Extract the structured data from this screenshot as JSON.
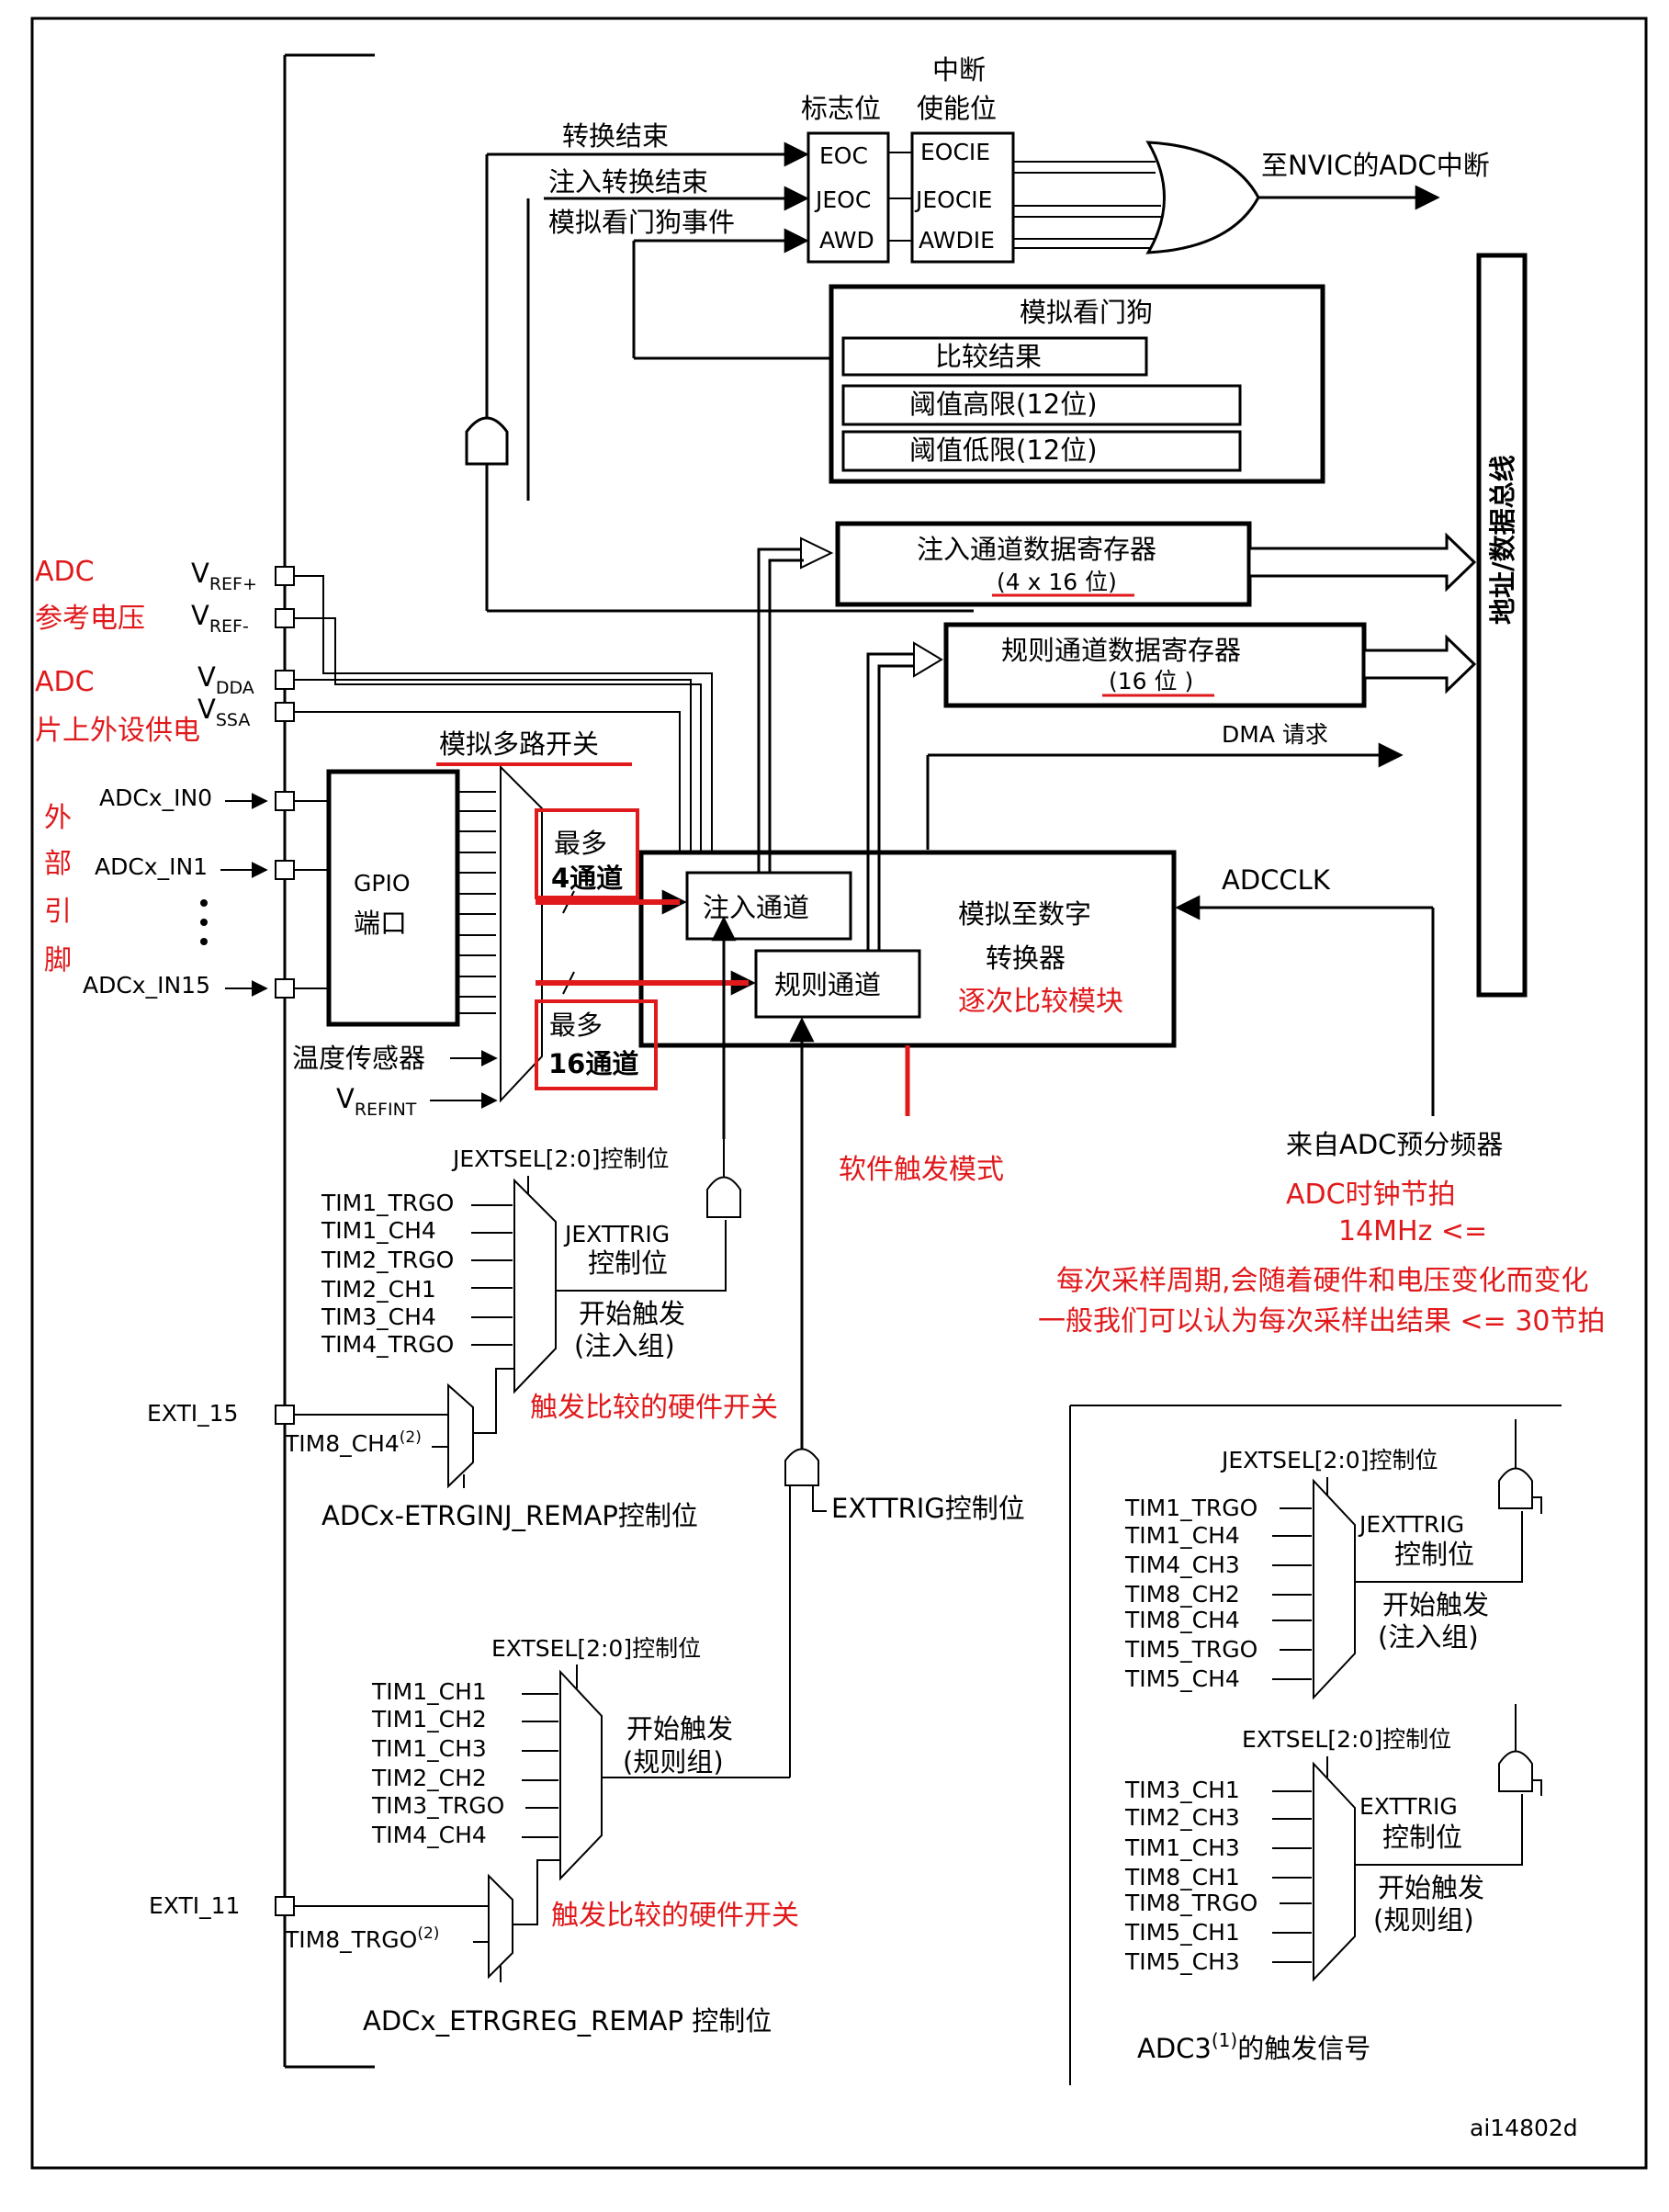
{
  "flags": {
    "flag_header": "标志位",
    "enable_header_1": "中断",
    "enable_header_2": "使能位",
    "eoc": "EOC",
    "jeoc": "JEOC",
    "awd": "AWD",
    "eocie": "EOCIE",
    "jeocie": "JEOCIE",
    "awdie": "AWDIE"
  },
  "signals": {
    "conv_end": "转换结束",
    "inj_conv_end": "注入转换结束",
    "awd_event": "模拟看门狗事件",
    "nvic": "至NVIC的ADC中断",
    "dma_req": "DMA 请求",
    "adcclk": "ADCCLK",
    "prescaler": "来自ADC预分频器"
  },
  "watchdog": {
    "title": "模拟看门狗",
    "compare": "比较结果",
    "high": "阈值高限(12位)",
    "low": "阈值低限(12位)"
  },
  "registers": {
    "injected_title": "注入通道数据寄存器",
    "injected_size": "(4 x 16 位)",
    "regular_title": "规则通道数据寄存器",
    "regular_size": "(16 位 )"
  },
  "bus": "地址/数据总线",
  "pins": {
    "vref_plus": "V",
    "vref_plus_sub": "REF+",
    "vref_minus": "V",
    "vref_minus_sub": "REF-",
    "vdda": "V",
    "vdda_sub": "DDA",
    "vssa": "V",
    "vssa_sub": "SSA",
    "in0": "ADCx_IN0",
    "in1": "ADCx_IN1",
    "in15": "ADCx_IN15",
    "temp": "温度传感器",
    "vrefint": "V",
    "vrefint_sub": "REFINT",
    "exti15": "EXTI_15",
    "exti11": "EXTI_11"
  },
  "gpio": {
    "line1": "GPIO",
    "line2": "端口"
  },
  "mux": {
    "label": "模拟多路开关"
  },
  "adc": {
    "injected_ch": "注入通道",
    "regular_ch": "规则通道",
    "title1": "模拟至数字",
    "title2": "转换器"
  },
  "injected_trigger": {
    "sel": "JEXTSEL[2:0]控制位",
    "sources": [
      "TIM1_TRGO",
      "TIM1_CH4",
      "TIM2_TRGO",
      "TIM2_CH1",
      "TIM3_CH4",
      "TIM4_TRGO"
    ],
    "trig1": "JEXTTRIG",
    "trig2": "控制位",
    "start1": "开始触发",
    "start2": "(注入组)",
    "tim8": "TIM8_CH4",
    "tim8_sup": "(2)",
    "remap": "ADCx-ETRGINJ_REMAP控制位"
  },
  "regular_trigger": {
    "exttrig": "EXTTRIG控制位",
    "sel": "EXTSEL[2:0]控制位",
    "sources": [
      "TIM1_CH1",
      "TIM1_CH2",
      "TIM1_CH3",
      "TIM2_CH2",
      "TIM3_TRGO",
      "TIM4_CH4"
    ],
    "start1": "开始触发",
    "start2": "(规则组)",
    "tim8": "TIM8_TRGO",
    "tim8_sup": "(2)",
    "remap": "ADCx_ETRGREG_REMAP 控制位"
  },
  "adc3": {
    "inj_sel": "JEXTSEL[2:0]控制位",
    "inj_sources": [
      "TIM1_TRGO",
      "TIM1_CH4",
      "TIM4_CH3",
      "TIM8_CH2",
      "TIM8_CH4",
      "TIM5_TRGO",
      "TIM5_CH4"
    ],
    "inj_trig1": "JEXTTRIG",
    "inj_trig2": "控制位",
    "inj_start1": "开始触发",
    "inj_start2": "(注入组)",
    "reg_sel": "EXTSEL[2:0]控制位",
    "reg_sources": [
      "TIM3_CH1",
      "TIM2_CH3",
      "TIM1_CH3",
      "TIM8_CH1",
      "TIM8_TRGO",
      "TIM5_CH1",
      "TIM5_CH3"
    ],
    "reg_trig1": "EXTTRIG",
    "reg_trig2": "控制位",
    "reg_start1": "开始触发",
    "reg_start2": "(规则组)",
    "caption": "ADC3",
    "caption_sup": "(1)",
    "caption_tail": "的触发信号"
  },
  "figure_id": "ai14802d",
  "annotations": {
    "adc_ref_1": "ADC",
    "adc_ref_2": "参考电压",
    "adc_supply_1": "ADC",
    "adc_supply_2": "片上外设供电",
    "ext_pins": [
      "外",
      "部",
      "引",
      "脚"
    ],
    "max4_1": "最多",
    "max4_2": "4通道",
    "max16_1": "最多",
    "max16_2": "16通道",
    "sar": "逐次比较模块",
    "sw_trigger": "软件触发模式",
    "hw_switch_inj": "触发比较的硬件开关",
    "hw_switch_reg": "触发比较的硬件开关",
    "clk_1": "ADC时钟节拍",
    "clk_2": "14MHz <=",
    "clk_3": "每次采样周期,会随着硬件和电压变化而变化",
    "clk_4": "一般我们可以认为每次采样出结果 <= 30节拍"
  },
  "colors": {
    "annotation": "#e0191b",
    "line": "#000000"
  }
}
